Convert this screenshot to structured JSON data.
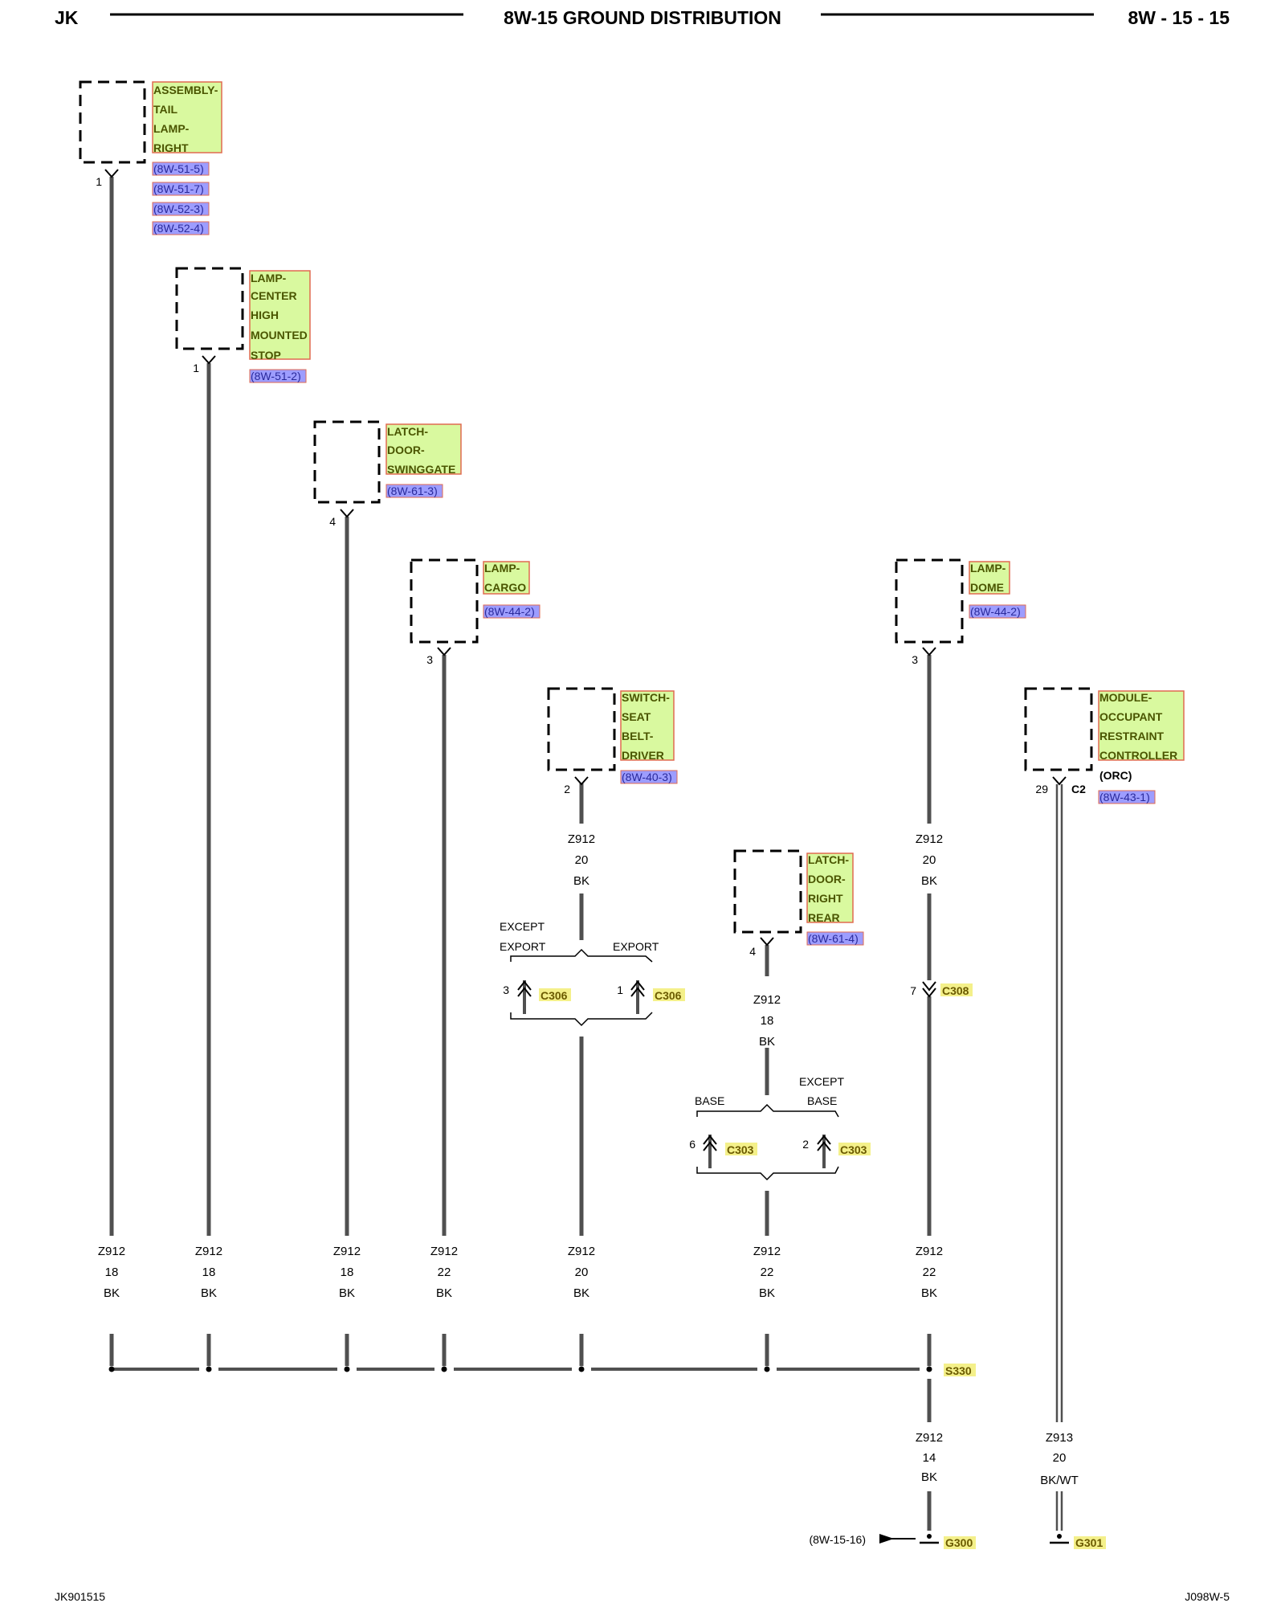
{
  "header": {
    "left": "JK",
    "title": "8W-15 GROUND DISTRIBUTION",
    "right": "8W - 15 - 15"
  },
  "footer": {
    "left": "JK901515",
    "right": "J098W-5"
  },
  "colors": {
    "wire": "#505050",
    "component_fill": "#d9f99f",
    "component_border": "#e06a50",
    "ref_fill": "#9d9dff",
    "connector_fill": "#f4f08a"
  },
  "components": [
    {
      "id": "tail-lamp",
      "lines": [
        "ASSEMBLY-",
        "TAIL",
        "LAMP-",
        "RIGHT"
      ],
      "refs": [
        "(8W-51-5)",
        "(8W-51-7)",
        "(8W-52-3)",
        "(8W-52-4)"
      ],
      "pin": "1"
    },
    {
      "id": "chmsl",
      "lines": [
        "LAMP-",
        "CENTER",
        "HIGH",
        "MOUNTED",
        "STOP"
      ],
      "refs": [
        "(8W-51-2)"
      ],
      "pin": "1"
    },
    {
      "id": "swinggate-latch",
      "lines": [
        "LATCH-",
        "DOOR-",
        "SWINGGATE"
      ],
      "refs": [
        "(8W-61-3)"
      ],
      "pin": "4"
    },
    {
      "id": "cargo-lamp",
      "lines": [
        "LAMP-",
        "CARGO"
      ],
      "refs": [
        "(8W-44-2)"
      ],
      "pin": "3"
    },
    {
      "id": "seat-belt-switch",
      "lines": [
        "SWITCH-",
        "SEAT",
        "BELT-",
        "DRIVER"
      ],
      "refs": [
        "(8W-40-3)"
      ],
      "pin": "2"
    },
    {
      "id": "rear-door-latch",
      "lines": [
        "LATCH-",
        "DOOR-",
        "RIGHT",
        "REAR"
      ],
      "refs": [
        "(8W-61-4)"
      ],
      "pin": "4"
    },
    {
      "id": "dome-lamp",
      "lines": [
        "LAMP-",
        "DOME"
      ],
      "refs": [
        "(8W-44-2)"
      ],
      "pin": "3"
    },
    {
      "id": "orc",
      "lines": [
        "MODULE-",
        "OCCUPANT",
        "RESTRAINT",
        "CONTROLLER"
      ],
      "extra": "(ORC)",
      "refs": [
        "(8W-43-1)"
      ],
      "pin": "29",
      "pin_conn": "C2"
    }
  ],
  "mid_wires": {
    "seat_belt": [
      "Z912",
      "20",
      "BK"
    ],
    "rear_latch": [
      "Z912",
      "18",
      "BK"
    ],
    "dome": [
      "Z912",
      "20",
      "BK"
    ]
  },
  "bottom_wires": [
    [
      "Z912",
      "18",
      "BK"
    ],
    [
      "Z912",
      "18",
      "BK"
    ],
    [
      "Z912",
      "18",
      "BK"
    ],
    [
      "Z912",
      "22",
      "BK"
    ],
    [
      "Z912",
      "20",
      "BK"
    ],
    [
      "Z912",
      "22",
      "BK"
    ],
    [
      "Z912",
      "22",
      "BK"
    ]
  ],
  "options": {
    "c306": {
      "left_cond": [
        "EXCEPT",
        "EXPORT"
      ],
      "right_cond": "EXPORT",
      "left_pin": "3",
      "right_pin": "1",
      "connector": "C306"
    },
    "c303": {
      "left_cond": "BASE",
      "right_cond": [
        "EXCEPT",
        "BASE"
      ],
      "left_pin": "6",
      "right_pin": "2",
      "connector": "C303"
    }
  },
  "c308": {
    "pin": "7",
    "connector": "C308"
  },
  "splice": "S330",
  "ground_wires": {
    "g300": [
      "Z912",
      "14",
      "BK"
    ],
    "g301": [
      "Z913",
      "20",
      "BK/WT"
    ]
  },
  "grounds": {
    "g300": "G300",
    "g301": "G301",
    "g300_ref": "(8W-15-16)"
  }
}
